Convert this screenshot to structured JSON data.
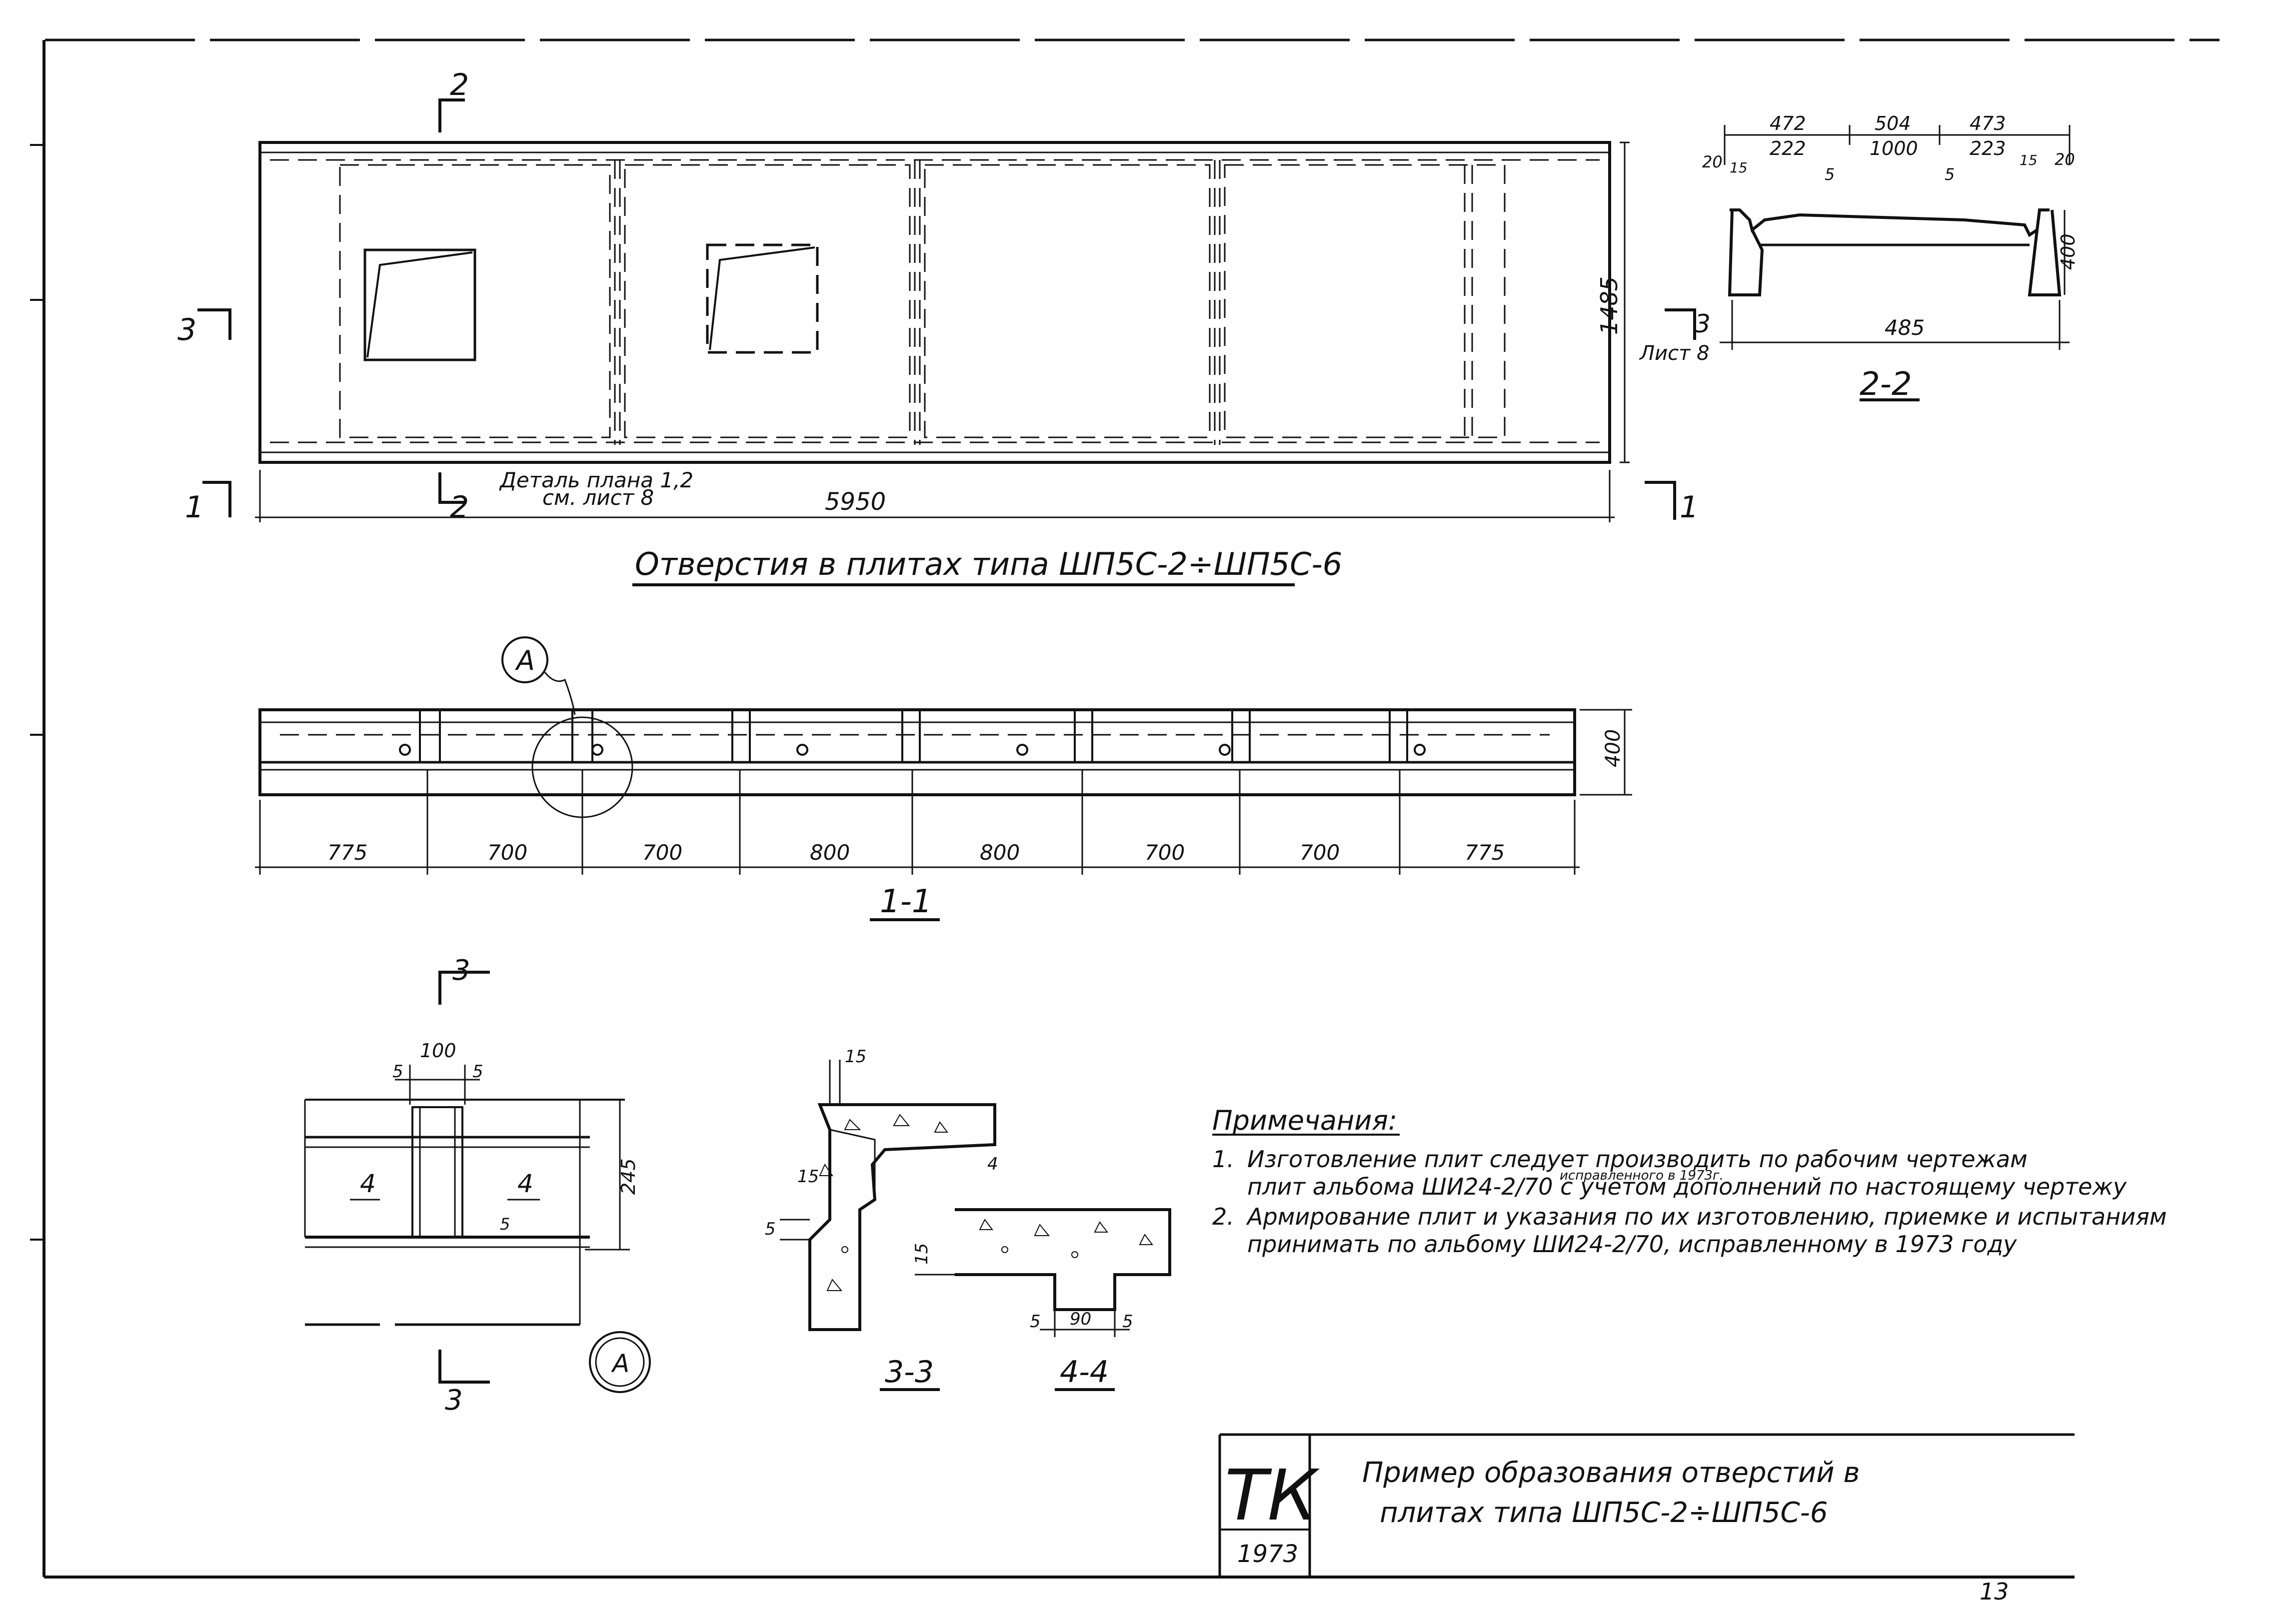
{
  "plan": {
    "title": "Отверстия в плитах типа ШП5С-2÷ШП5С-6",
    "length_dim": "5950",
    "width_dim": "1485",
    "detail_note_1": "Деталь плана 1,2",
    "detail_note_2": "см. лист 8",
    "cut_2": "2",
    "cut_3": "3",
    "cut_1": "1",
    "sheet_ref": "Лист 8"
  },
  "section_2_2": {
    "title": "2-2",
    "top_dims": [
      "472",
      "504",
      "473"
    ],
    "sub_dims": [
      "222",
      "1000",
      "223"
    ],
    "small_dims": [
      "20",
      "15",
      "5",
      "5",
      "15",
      "20"
    ],
    "height": "400",
    "width": "485"
  },
  "section_1_1": {
    "title": "1-1",
    "height": "400",
    "callout": "А",
    "spans": [
      "775",
      "700",
      "700",
      "800",
      "800",
      "700",
      "700",
      "775"
    ]
  },
  "detail_A": {
    "callout": "А",
    "cut_mark": "3",
    "width_dim": "100",
    "side_dims": [
      "5",
      "5"
    ],
    "height_dim": "245",
    "labels": [
      "4",
      "4"
    ],
    "small_dim": "5"
  },
  "section_3_3": {
    "title": "3-3",
    "dims": [
      "15",
      "15",
      "5",
      "4"
    ]
  },
  "section_4_4": {
    "title": "4-4",
    "dims": [
      "15",
      "5",
      "90",
      "5"
    ]
  },
  "notes": {
    "heading": "Примечания:",
    "items": [
      {
        "num": "1.",
        "line1": "Изготовление плит следует производить по рабочим чертежам",
        "insert": "исправленного в 1973г.",
        "line2": "плит альбома ШИ24-2/70 с учетом дополнений по настоящему чертежу"
      },
      {
        "num": "2.",
        "line1": "Армирование плит и указания по их изготовлению, приемке и испытаниям",
        "line2": "принимать по альбому ШИ24-2/70, исправленному в 1973 году"
      }
    ]
  },
  "stamp": {
    "org": "ТК",
    "year": "1973",
    "title_line1": "Пример образования отверстий в",
    "title_line2": "плитах типа ШП5С-2÷ШП5С-6"
  },
  "page_number": "13"
}
